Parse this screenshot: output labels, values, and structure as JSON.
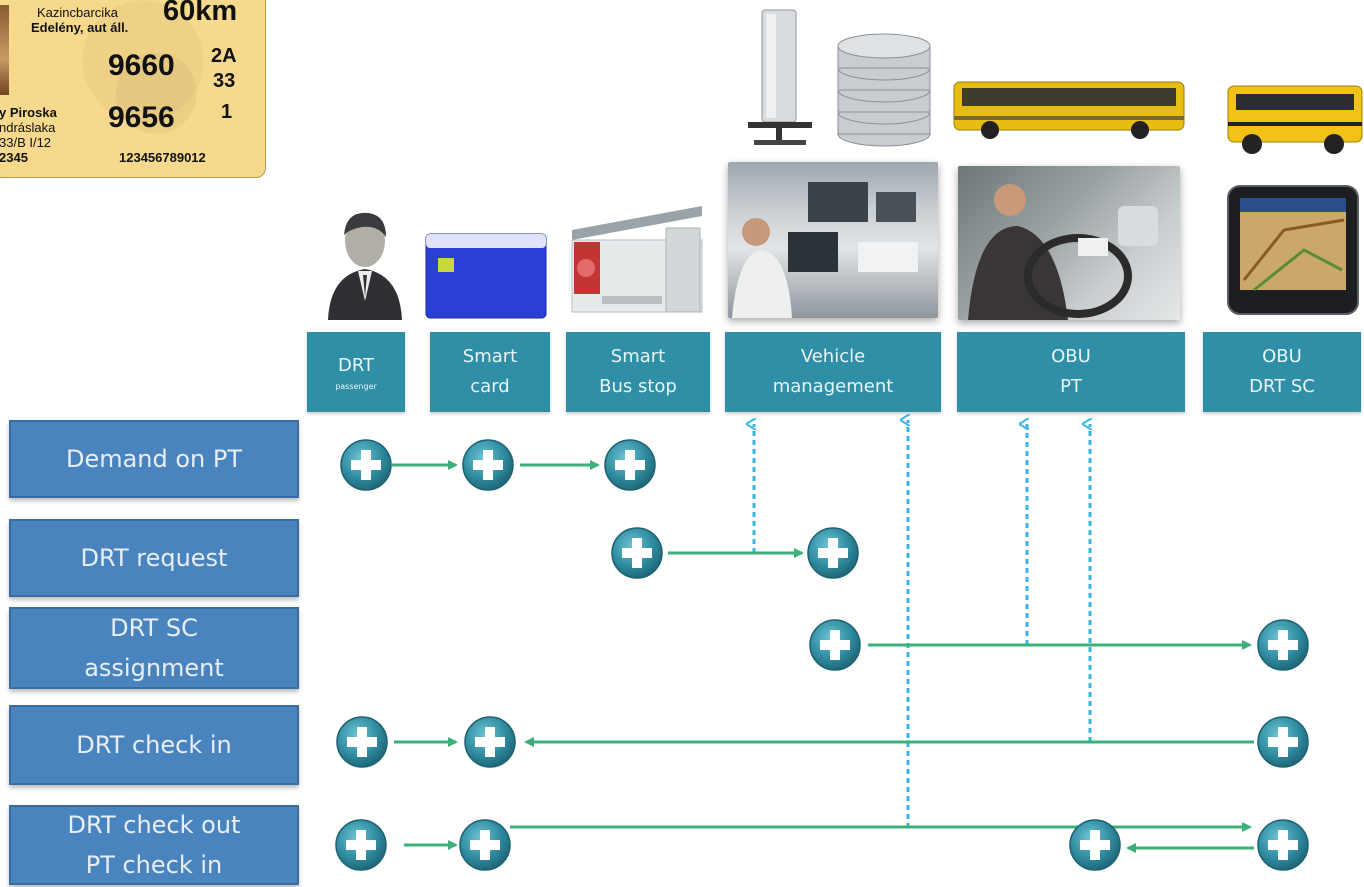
{
  "ticket": {
    "city": "Kazincbarcika",
    "stop": "Edelény, aut áll.",
    "distance": "60km",
    "number1": "9660",
    "code1": "2A",
    "code2": "33",
    "number2": "9656",
    "code3": "1",
    "name": "y Piroska",
    "town": "ndráslaka",
    "address": "33/B I/12",
    "id": "2345",
    "serial": "123456789012"
  },
  "columns": [
    {
      "line1": "DRT",
      "line2": "passenger"
    },
    {
      "line1": "Smart",
      "line2": "card"
    },
    {
      "line1": "Smart",
      "line2": "Bus stop"
    },
    {
      "line1": "Vehicle",
      "line2": "management"
    },
    {
      "line1": "OBU",
      "line2": "PT"
    },
    {
      "line1": "OBU",
      "line2": "DRT SC"
    }
  ],
  "rows": [
    {
      "line1": "Demand on PT",
      "line2": ""
    },
    {
      "line1": "DRT request",
      "line2": ""
    },
    {
      "line1": "DRT SC",
      "line2": "assignment"
    },
    {
      "line1": "DRT check in",
      "line2": ""
    },
    {
      "line1": "DRT check out",
      "line2": "PT check in"
    }
  ],
  "colors": {
    "header_teal": "#2f8fa6",
    "row_blue": "#4a84be",
    "arrow_green": "#3db07a",
    "dotted_blue": "#3cb3e6",
    "node_teal": "#2f8ba0"
  }
}
